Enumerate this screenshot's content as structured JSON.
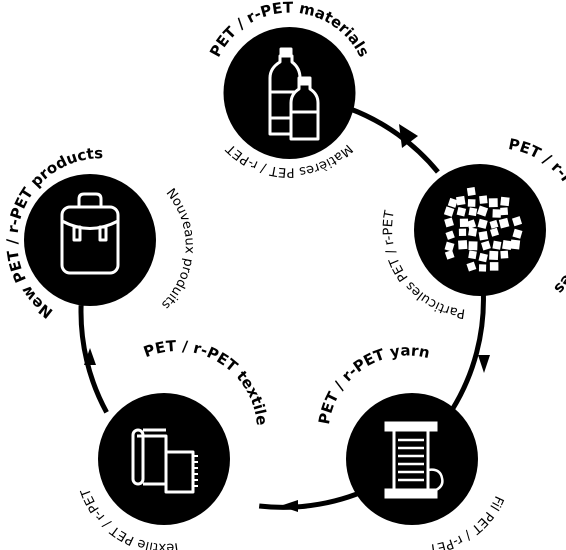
{
  "colors": {
    "circle": "#000000",
    "icon": "#ffffff",
    "background": "#ffffff"
  },
  "nodes": [
    {
      "title": "PET / r-PET materials",
      "subtitle": "Matières PET / r-PET",
      "icon": "bottles-icon"
    },
    {
      "title": "PET / r-PET particules",
      "subtitle": "Particules PET / r-PET",
      "icon": "particles-icon"
    },
    {
      "title": "PET / r-PET yarn",
      "subtitle": "Fil PET / r-PET",
      "icon": "spool-icon"
    },
    {
      "title": "PET / r-PET textile",
      "subtitle": "Textile PET / r-PET",
      "icon": "fabric-roll-icon"
    },
    {
      "title": "New PET / r-PET products",
      "subtitle": "Nouveaux produits",
      "icon": "backpack-icon"
    }
  ]
}
